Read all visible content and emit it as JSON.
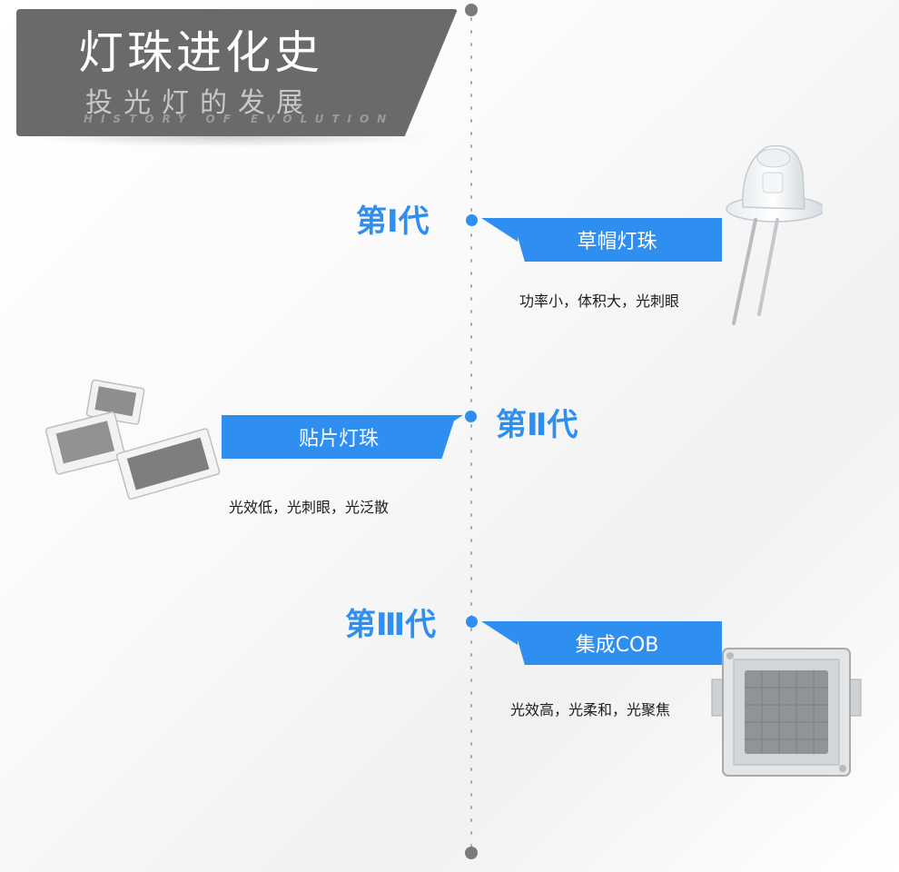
{
  "header": {
    "title": "灯珠进化史",
    "subtitle": "投光灯的发展",
    "subtitle_en": "HISTORY OF EVOLUTION"
  },
  "generations": [
    {
      "label": "第Ⅰ代",
      "tag": "草帽灯珠",
      "description": "功率小，体积大，光刺眼",
      "image_icon": "straw-hat-led-icon"
    },
    {
      "label": "第Ⅱ代",
      "tag": "贴片灯珠",
      "description": "光效低，光刺眼，光泛散",
      "image_icon": "smd-led-icon"
    },
    {
      "label": "第Ⅲ代",
      "tag": "集成COB",
      "description": "光效高，光柔和，光聚焦",
      "image_icon": "cob-led-icon"
    }
  ],
  "colors": {
    "accent": "#2f8ff0",
    "banner": "#6a6a6b",
    "timeline_dot": "#a8a8a8"
  }
}
